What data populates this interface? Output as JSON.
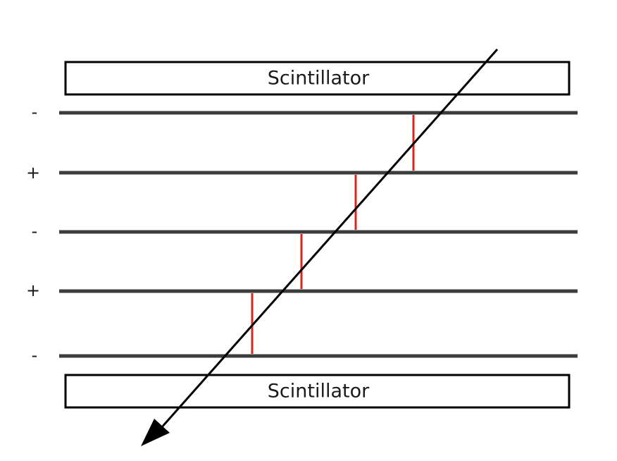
{
  "diagram": {
    "scintillators": [
      {
        "label": "Scintillator"
      },
      {
        "label": "Scintillator"
      }
    ],
    "plates": [
      {
        "polarity": "-"
      },
      {
        "polarity": "+"
      },
      {
        "polarity": "-"
      },
      {
        "polarity": "+"
      },
      {
        "polarity": "-"
      }
    ],
    "spark_count": 4,
    "colors": {
      "plate": "#3c3c3c",
      "spark": "#d9241f",
      "track": "#000000",
      "box_border": "#000000"
    }
  }
}
